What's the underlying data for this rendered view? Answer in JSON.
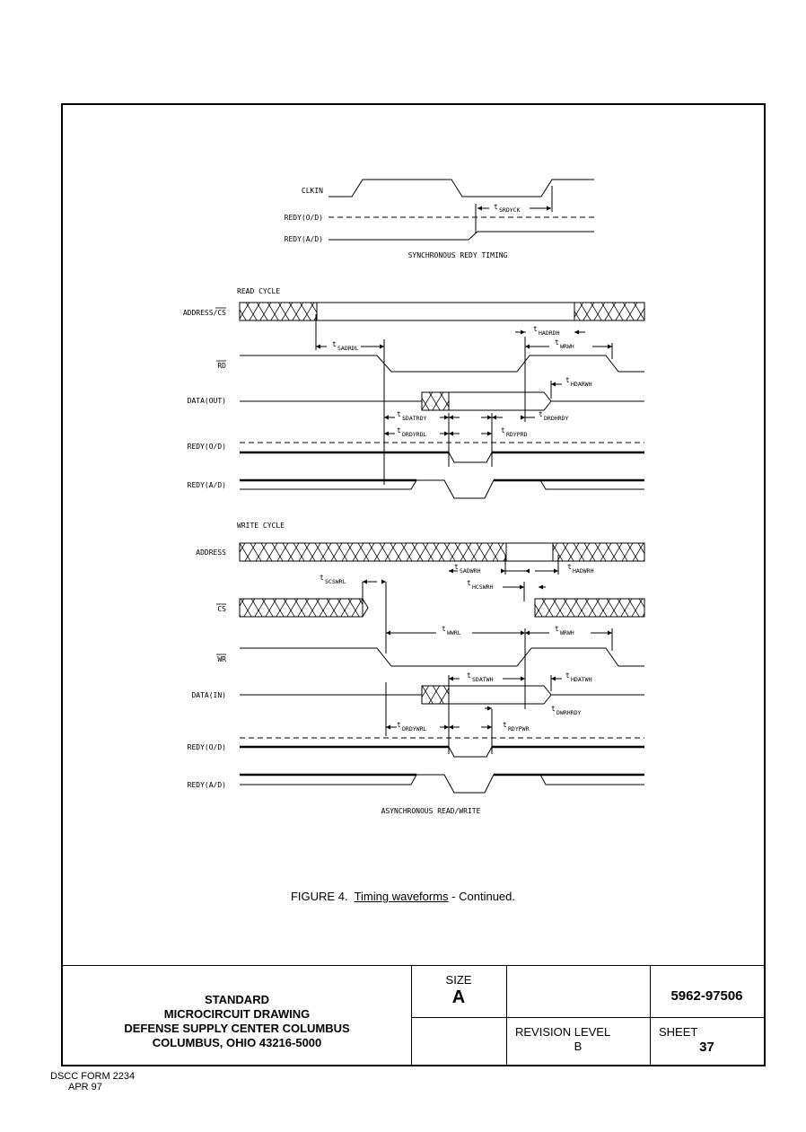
{
  "diagram": {
    "sync": {
      "signals": [
        "CLKIN",
        "REDY(O/D)",
        "REDY(A/D)"
      ],
      "param": "SRDYCK",
      "caption": "SYNCHRONOUS REDY TIMING"
    },
    "read": {
      "heading": "READ CYCLE",
      "signals": [
        "ADDRESS/CS",
        "RD",
        "DATA(OUT)",
        "REDY(O/D)",
        "REDY(A/D)"
      ],
      "params": [
        "SADRDL",
        "HADRDH",
        "WRWH",
        "HDARWH",
        "SDATRDY",
        "DRDHRDY",
        "DRDYRDL",
        "RDYPRD"
      ]
    },
    "write": {
      "heading": "WRITE CYCLE",
      "signals": [
        "ADDRESS",
        "CS",
        "WR",
        "DATA(IN)",
        "REDY(O/D)",
        "REDY(A/D)"
      ],
      "params": [
        "SCSWRL",
        "SADWRH",
        "HADWRH",
        "HCSWRH",
        "WWRL",
        "WRWH",
        "SDATWH",
        "HDATWH",
        "DWRHRDY",
        "DRDYWRL",
        "RDYPWR"
      ],
      "caption": "ASYNCHRONOUS READ/WRITE"
    },
    "t": "t"
  },
  "caption": {
    "prefix": "FIGURE 4.",
    "link": "Timing waveforms",
    "suffix": "- Continued."
  },
  "title_block": {
    "standard": [
      "STANDARD",
      "MICROCIRCUIT DRAWING",
      "DEFENSE SUPPLY CENTER COLUMBUS",
      "COLUMBUS, OHIO 43216-5000"
    ],
    "size_label": "SIZE",
    "size_value": "A",
    "drawing_number": "5962-97506",
    "revision_label": "REVISION LEVEL",
    "revision_value": "B",
    "sheet_label": "SHEET",
    "sheet_value": "37"
  },
  "form": [
    "DSCC FORM 2234",
    "APR 97"
  ]
}
